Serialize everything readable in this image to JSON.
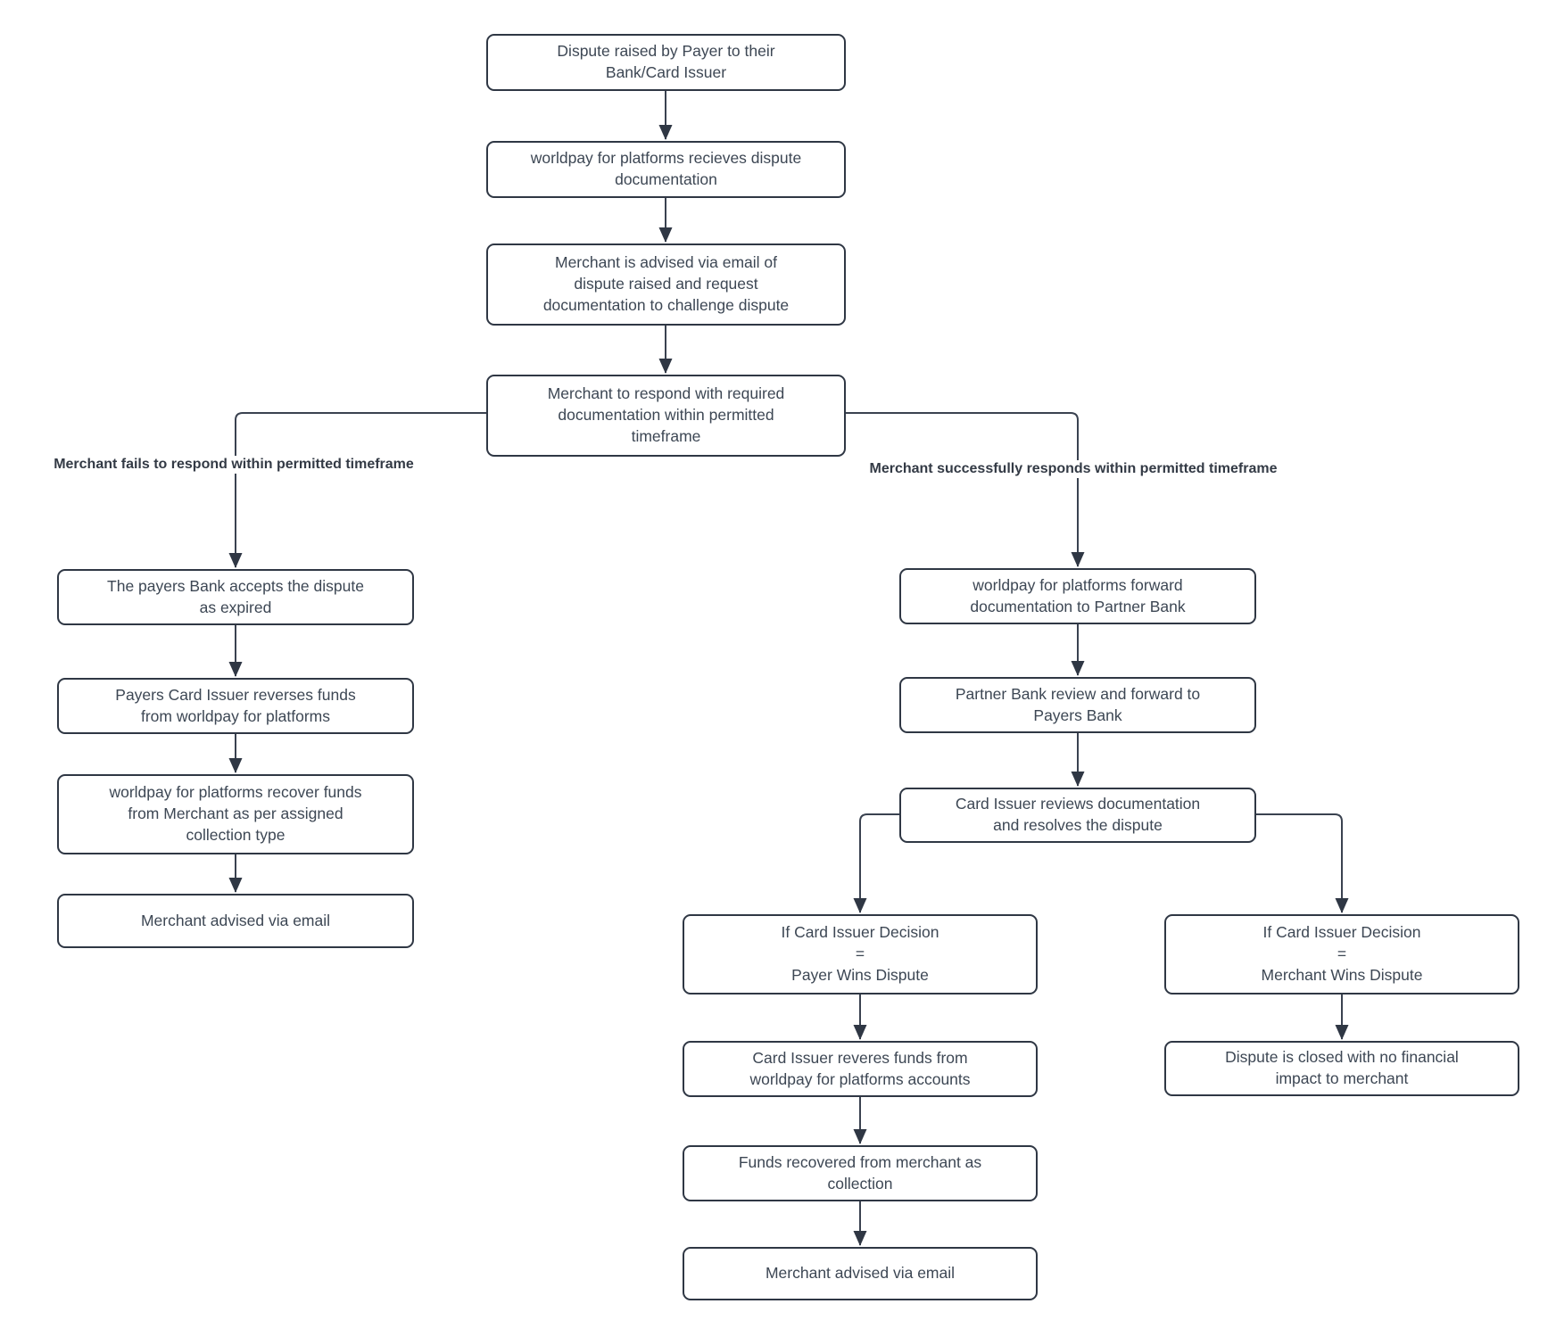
{
  "diagram": {
    "type": "flowchart",
    "colors": {
      "node_border": "#2f3744",
      "node_fill": "#ffffff",
      "node_text": "#3d4754",
      "connector": "#3a4250",
      "label_text": "#333a45",
      "background": "#ffffff"
    },
    "nodes": [
      {
        "id": "dispute-raised",
        "text": "Dispute raised by Payer to their\nBank/Card Issuer"
      },
      {
        "id": "wfp-receives-documentation",
        "text": "worldpay for platforms recieves dispute\ndocumentation"
      },
      {
        "id": "merchant-advised-of-dispute",
        "text": "Merchant is advised via email of\ndispute raised and request\ndocumentation to challenge dispute"
      },
      {
        "id": "merchant-to-respond",
        "text": "Merchant to respond with required\ndocumentation within permitted\ntimeframe"
      },
      {
        "id": "payers-bank-accepts-expired",
        "text": "The payers Bank accepts the dispute\nas expired"
      },
      {
        "id": "card-issuer-reverses-funds",
        "text": "Payers Card Issuer reverses funds\nfrom worldpay for platforms"
      },
      {
        "id": "wfp-recover-funds",
        "text": "worldpay for platforms recover funds\nfrom Merchant as per assigned\ncollection type"
      },
      {
        "id": "merchant-advised-via-email-left",
        "text": "Merchant advised via email"
      },
      {
        "id": "wfp-forward-documentation",
        "text": "worldpay for platforms forward\ndocumentation to Partner Bank"
      },
      {
        "id": "partner-bank-review",
        "text": "Partner Bank review and forward to\nPayers Bank"
      },
      {
        "id": "card-issuer-reviews",
        "text": "Card Issuer reviews documentation\nand resolves the dispute"
      },
      {
        "id": "decision-payer-wins",
        "text": "If Card Issuer Decision\n=\nPayer Wins Dispute"
      },
      {
        "id": "decision-merchant-wins",
        "text": "If Card Issuer Decision\n=\nMerchant Wins Dispute"
      },
      {
        "id": "card-issuer-reveres-funds",
        "text": "Card Issuer reveres funds from\nworldpay for platforms accounts"
      },
      {
        "id": "funds-recovered-collection",
        "text": "Funds recovered from merchant as\ncollection"
      },
      {
        "id": "merchant-advised-via-email-bottom",
        "text": "Merchant advised via email"
      },
      {
        "id": "dispute-closed-no-impact",
        "text": "Dispute is closed with no financial\nimpact to merchant"
      }
    ],
    "edges": [
      {
        "from": "dispute-raised",
        "to": "wfp-receives-documentation"
      },
      {
        "from": "wfp-receives-documentation",
        "to": "merchant-advised-of-dispute"
      },
      {
        "from": "merchant-advised-of-dispute",
        "to": "merchant-to-respond"
      },
      {
        "from": "merchant-to-respond",
        "to": "payers-bank-accepts-expired",
        "label": "Merchant fails to respond within permitted timeframe"
      },
      {
        "from": "merchant-to-respond",
        "to": "wfp-forward-documentation",
        "label": "Merchant successfully responds within permitted timeframe"
      },
      {
        "from": "payers-bank-accepts-expired",
        "to": "card-issuer-reverses-funds"
      },
      {
        "from": "card-issuer-reverses-funds",
        "to": "wfp-recover-funds"
      },
      {
        "from": "wfp-recover-funds",
        "to": "merchant-advised-via-email-left"
      },
      {
        "from": "wfp-forward-documentation",
        "to": "partner-bank-review"
      },
      {
        "from": "partner-bank-review",
        "to": "card-issuer-reviews"
      },
      {
        "from": "card-issuer-reviews",
        "to": "decision-payer-wins"
      },
      {
        "from": "card-issuer-reviews",
        "to": "decision-merchant-wins"
      },
      {
        "from": "decision-payer-wins",
        "to": "card-issuer-reveres-funds"
      },
      {
        "from": "card-issuer-reveres-funds",
        "to": "funds-recovered-collection"
      },
      {
        "from": "funds-recovered-collection",
        "to": "merchant-advised-via-email-bottom"
      },
      {
        "from": "decision-merchant-wins",
        "to": "dispute-closed-no-impact"
      }
    ]
  }
}
